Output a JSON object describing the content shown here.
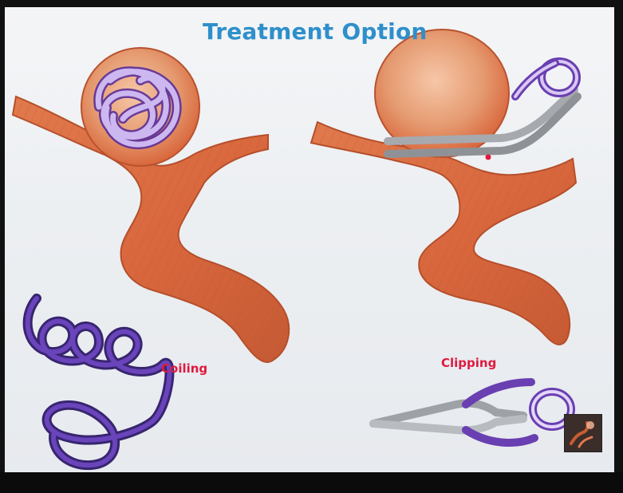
{
  "slide": {
    "title": "Treatment Option",
    "labels": {
      "coiling": "Coiling",
      "clipping": "Clipping"
    }
  },
  "colors": {
    "title": "#2f8fcb",
    "label": "#e0193f",
    "vessel": "#d9673d",
    "coil": "#9b7bd6",
    "coil_dark": "#5b2f9a",
    "clip_metal": "#bfc3c7"
  },
  "icons": {
    "coiling_illustration": "aneurysm-coiling-illustration",
    "clipping_illustration": "aneurysm-clipping-illustration",
    "coil_sample": "coil-sample-icon",
    "clip_sample": "clip-sample-icon",
    "video_thumbnail": "thumbnail-icon"
  }
}
